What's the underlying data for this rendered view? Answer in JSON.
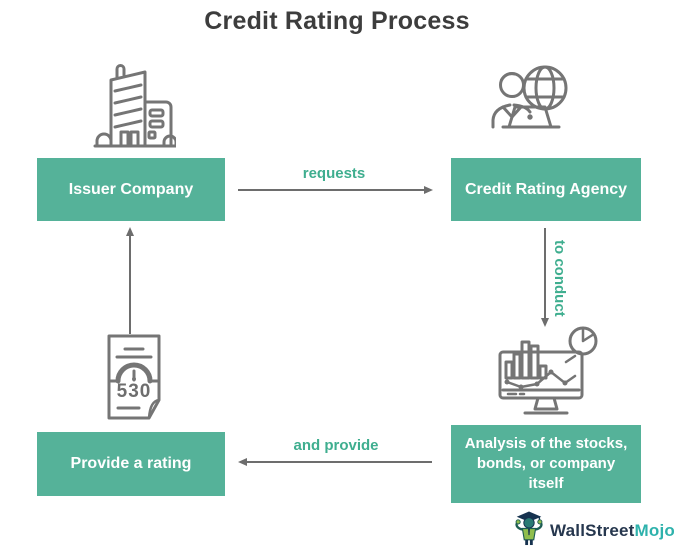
{
  "header": {
    "title": "Credit Rating Process"
  },
  "nodes": {
    "issuer": {
      "label": "Issuer Company",
      "icon": "office-building-icon"
    },
    "agency": {
      "label": "Credit Rating Agency",
      "icon": "analyst-with-globe-icon"
    },
    "analysis": {
      "label": "Analysis of the stocks, bonds, or company itself",
      "icon": "monitor-charts-icon"
    },
    "rating": {
      "label": "Provide a rating",
      "icon": "credit-score-document-icon",
      "score": "530"
    }
  },
  "arrows": {
    "requests": {
      "label": "requests",
      "from": "issuer",
      "to": "agency",
      "direction": "right"
    },
    "to_conduct": {
      "label": "to conduct",
      "from": "agency",
      "to": "analysis",
      "direction": "down"
    },
    "and_provide": {
      "label": "and provide",
      "from": "analysis",
      "to": "rating",
      "direction": "left"
    },
    "rating_to_issuer": {
      "label": "",
      "from": "rating",
      "to": "issuer",
      "direction": "up"
    }
  },
  "logo": {
    "wallstreet": "WallStreet",
    "mojo": "Mojo",
    "mascot": "wallstreetmojo-mascot-icon"
  },
  "colors": {
    "box_fill": "#55b299",
    "box_text": "#ffffff",
    "arrow_label": "#3fae8f",
    "arrow_line": "#6d6d6d",
    "icon_stroke": "#757575",
    "title_text": "#3d3d3d",
    "logo_navy": "#26374e",
    "logo_teal": "#2eb2ac"
  }
}
